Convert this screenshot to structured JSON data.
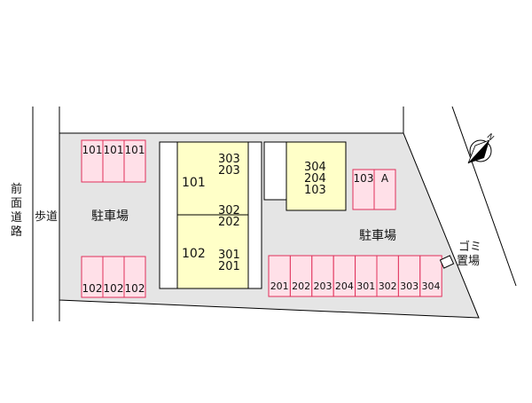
{
  "labels": {
    "front_road": [
      "前",
      "面",
      "道",
      "路"
    ],
    "sidewalk": "歩道",
    "parking_left": "駐車場",
    "parking_right": "駐車場",
    "garbage": [
      "ゴミ",
      "置場"
    ],
    "compass_north": "N"
  },
  "parking_top_left": [
    "101",
    "101",
    "101"
  ],
  "parking_bottom_left": [
    "102",
    "102",
    "102"
  ],
  "parking_right_small": [
    "103",
    "A"
  ],
  "parking_bottom_right": [
    "201",
    "202",
    "203",
    "204",
    "301",
    "302",
    "303",
    "304"
  ],
  "buildings": {
    "west_upper": {
      "unit": "101",
      "upper": [
        "303",
        "203"
      ],
      "lower": [
        "302",
        "202"
      ]
    },
    "west_lower": {
      "unit": "102",
      "lower": [
        "301",
        "201"
      ]
    },
    "east": [
      "304",
      "204",
      "103"
    ]
  },
  "colors": {
    "building_fill": "#ffffc8",
    "parking_fill": "#ffe0e8",
    "parking_stroke": "#e0305a",
    "lot_fill": "#e5e5e5"
  }
}
